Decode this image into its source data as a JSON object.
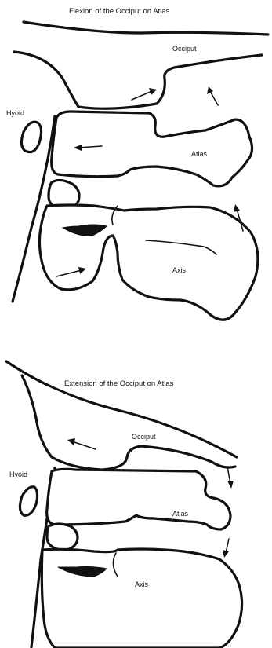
{
  "panels": [
    {
      "title": "Flexion of the Occiput on Atlas",
      "labels": {
        "occiput": "Occiput",
        "hyoid": "Hyoid",
        "atlas": "Atlas",
        "axis": "Axis"
      }
    },
    {
      "title": "Extension of the Occiput on Atlas",
      "labels": {
        "occiput": "Occiput",
        "hyoid": "Hyoid",
        "atlas": "Atlas",
        "axis": "Axis"
      }
    }
  ]
}
